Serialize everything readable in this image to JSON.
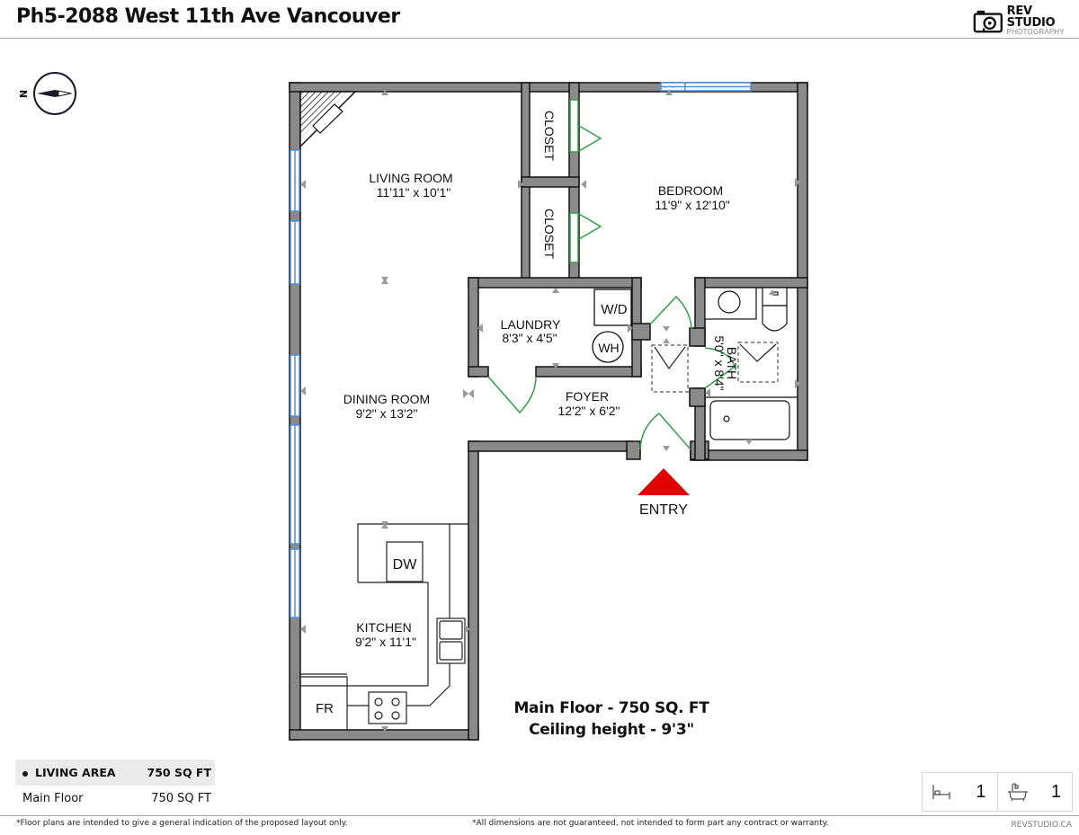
{
  "header": {
    "title": "Ph5-2088 West 11th Ave Vancouver",
    "logo": {
      "name": "REV STUDIO",
      "subtitle": "PHOTOGRAPHY",
      "icon": "camera-icon"
    }
  },
  "compass": {
    "label": "N",
    "icon": "compass-icon"
  },
  "rooms": {
    "living": {
      "name": "LIVING ROOM",
      "size": "11'11\" x 10'1\""
    },
    "bedroom": {
      "name": "BEDROOM",
      "size": "11'9\" x 12'10\""
    },
    "closet1": {
      "name": "CLOSET"
    },
    "closet2": {
      "name": "CLOSET"
    },
    "laundry": {
      "name": "LAUNDRY",
      "size": "8'3\" x 4'5\""
    },
    "dining": {
      "name": "DINING ROOM",
      "size": "9'2\" x 13'2\""
    },
    "foyer": {
      "name": "FOYER",
      "size": "12'2\" x 6'2\""
    },
    "bath": {
      "name": "BATH",
      "size": "5'0\" x 8'4\""
    },
    "kitchen": {
      "name": "KITCHEN",
      "size": "9'2\" x 11'1\""
    }
  },
  "fixtures": {
    "washer_dryer": "W/D",
    "water_heater": "WH",
    "dishwasher": "DW",
    "fridge": "FR"
  },
  "entry": {
    "label": "ENTRY",
    "color": "#e00000"
  },
  "summary": {
    "floor": "Main Floor - 750 SQ. FT",
    "ceiling": "Ceiling height - 9'3\""
  },
  "area_table": {
    "header": {
      "label": "LIVING AREA",
      "value": "750 SQ FT"
    },
    "rows": [
      {
        "label": "Main Floor",
        "value": "750 SQ FT"
      }
    ]
  },
  "counts": {
    "bedrooms": {
      "icon": "bed-icon",
      "value": "1"
    },
    "bathrooms": {
      "icon": "bathtub-icon",
      "value": "1"
    }
  },
  "footer": {
    "disclaimer_left": "*Floor plans are intended to give a general indication of the proposed layout only.",
    "disclaimer_right": "*All dimensions are not guaranteed, not intended to form part any contract or warranty.",
    "website": "REVSTUDIO.CA"
  },
  "colors": {
    "wall": "#8a8a8a",
    "wall_outline": "#111111",
    "window": "#4a90d9",
    "door": "#2ea043",
    "entry_arrow": "#e00000"
  }
}
